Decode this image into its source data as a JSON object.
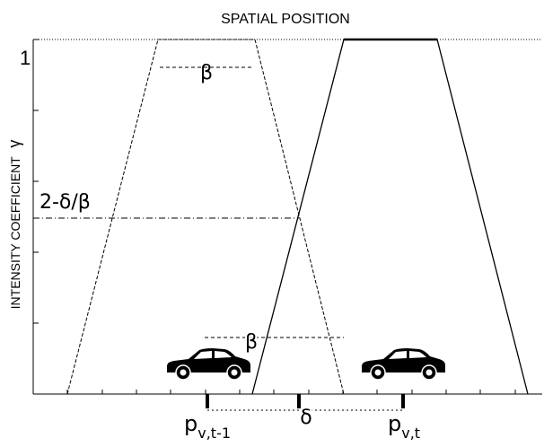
{
  "figure": {
    "title": "SPATIAL POSITION",
    "y_label": "INTENSITY COEFFICIENT",
    "y_symbol": "γ",
    "y_top_tick": "1",
    "level_label": "2-δ/β",
    "beta_label_top": "β",
    "beta_label_bottom": "β",
    "delta_label": "δ",
    "pos_prev": {
      "base": "p",
      "sub": "v,t-1"
    },
    "pos_curr": {
      "base": "p",
      "sub": "v,t"
    },
    "colors": {
      "stroke": "#000000",
      "background": "#ffffff"
    },
    "icons": [
      "car-icon-previous",
      "car-icon-current"
    ]
  }
}
